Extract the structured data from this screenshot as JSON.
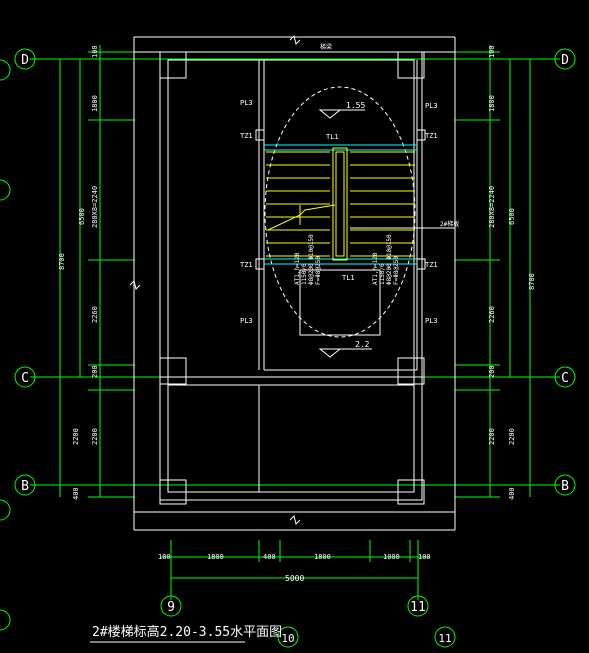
{
  "drawing": {
    "title": "2#楼梯标高2.20-3.55水平面图",
    "colors": {
      "background": "#000000",
      "grid": "#00ff00",
      "wall": "#ffffff",
      "stair": "#ffff00",
      "beam": "#00ffff"
    }
  },
  "axes": {
    "left": [
      "D",
      "C",
      "B"
    ],
    "right": [
      "D",
      "C",
      "B"
    ],
    "bottom": [
      "9",
      "11"
    ],
    "bottom_partial": [
      "10",
      "11"
    ]
  },
  "dims": {
    "left_outer": "8700",
    "left_mid": "6500",
    "left_seg1": "100",
    "left_seg2": "1800",
    "left_seg3": "280X8=2240",
    "left_seg4": "2260",
    "left_seg5": "200",
    "left_seg6": "2200",
    "left_seg7": "2200",
    "left_seg8": "400",
    "right_outer": "8700",
    "right_mid": "6500",
    "right_seg1": "100",
    "right_seg2": "1800",
    "right_seg3": "280X8=2240",
    "right_seg4": "2260",
    "right_seg5": "200",
    "right_seg6": "2200",
    "right_seg7": "2200",
    "right_seg8": "400",
    "bottom_segs": [
      "100",
      "1800",
      "400",
      "1800",
      "1000",
      "100"
    ],
    "bottom_total": "5000"
  },
  "labels": {
    "top_beam": "梯梁",
    "pl3": "PL3",
    "tz1": "TZ1",
    "tl1": "TL1",
    "elev_high": "1.55",
    "elev_low": "2.2",
    "stair_note": "2#梯板",
    "rebar_left": [
      "AT1,h=120",
      "1150/6",
      "Φ8@200 Φ10@150",
      "F=Φ8@250"
    ],
    "rebar_right": [
      "AT1,h=120",
      "1150/6",
      "Φ8@200 Φ10@150",
      "F=Φ8@250"
    ]
  }
}
